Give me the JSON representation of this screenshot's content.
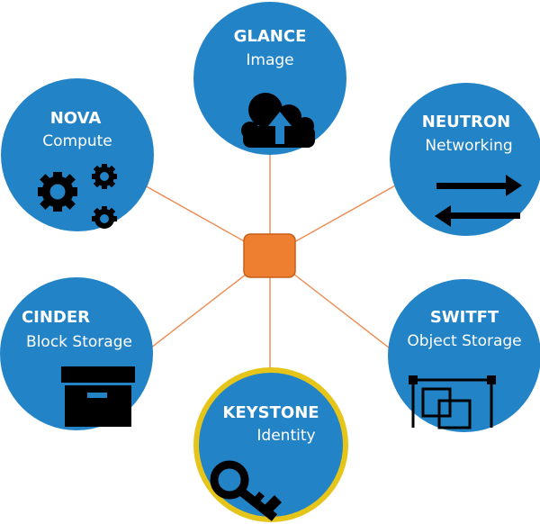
{
  "colors": {
    "node_fill": "#2383c7",
    "hub_fill": "#ee7f30",
    "connector": "#ee8a50",
    "highlight_ring": "#e6c51a",
    "text": "#ffffff",
    "icon": "#000000"
  },
  "hub": {
    "label": ""
  },
  "nodes": [
    {
      "id": "glance",
      "title": "GLANCE",
      "subtitle": "Image",
      "icon": "cloud-upload-icon",
      "highlighted": false
    },
    {
      "id": "neutron",
      "title": "NEUTRON",
      "subtitle": "Networking",
      "icon": "arrows-exchange-icon",
      "highlighted": false
    },
    {
      "id": "switft",
      "title": "SWITFT",
      "subtitle": "Object Storage",
      "icon": "object-storage-icon",
      "highlighted": false
    },
    {
      "id": "keystone",
      "title": "KEYSTONE",
      "subtitle": "Identity",
      "icon": "key-icon",
      "highlighted": true
    },
    {
      "id": "cinder",
      "title": "CINDER",
      "subtitle": "Block Storage",
      "icon": "storage-box-icon",
      "highlighted": false
    },
    {
      "id": "nova",
      "title": "NOVA",
      "subtitle": "Compute",
      "icon": "gears-icon",
      "highlighted": false
    }
  ]
}
